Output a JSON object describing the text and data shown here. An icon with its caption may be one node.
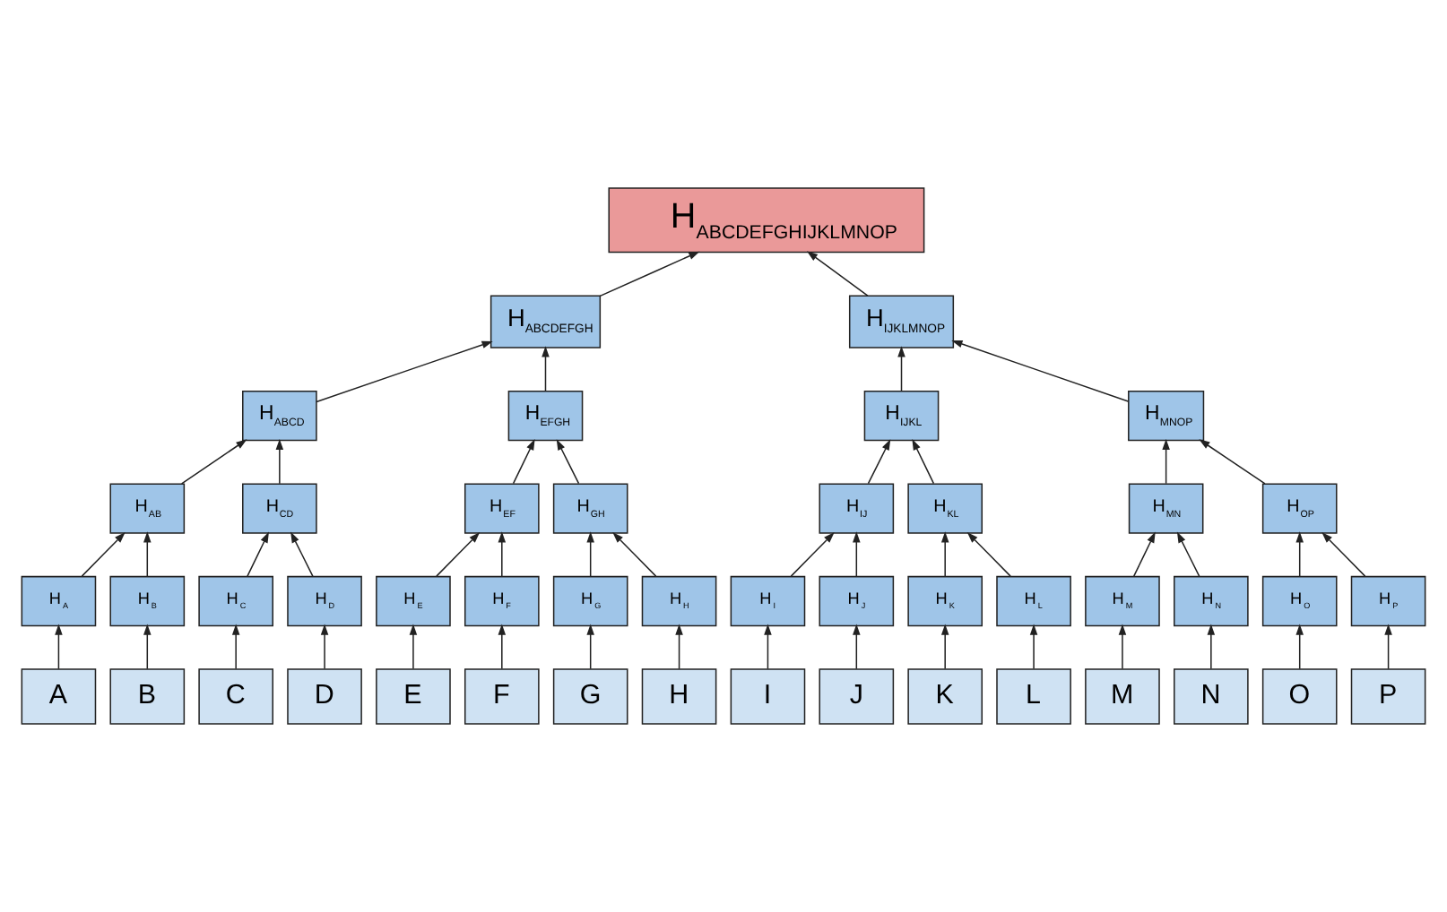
{
  "diagram": {
    "nodes": [
      {
        "text": [
          "H$_{ABCDEFGHIJKLMNOP}$"
        ]
      },
      {
        "text": [
          "H$_{ABCDEFGH}$"
        ]
      },
      {
        "text": [
          "H$_{IJKLMNOP}$"
        ]
      },
      {
        "text": [
          "H$_{ABCD}$"
        ]
      },
      {
        "text": [
          "H$_{EFGH}$"
        ]
      },
      {
        "text": [
          "H$_{IJKL}$"
        ]
      },
      {
        "text": [
          "H$_{MNOP}$"
        ]
      },
      {
        "text": [
          "H$_{AB}$"
        ]
      },
      {
        "text": [
          "H$_{CD}$"
        ]
      },
      {
        "text": [
          "H$_{EF}$"
        ]
      },
      {
        "text": [
          "H$_{GH}$"
        ]
      },
      {
        "text": [
          "H$_{IJ}$"
        ]
      },
      {
        "text": [
          "H$_{KL}$"
        ]
      },
      {
        "text": [
          "H$_{MN}$"
        ]
      },
      {
        "text": [
          "H$_{OP}$"
        ]
      },
      {
        "text": [
          "H$_{A}$"
        ]
      },
      {
        "text": [
          "H$_{B}$"
        ]
      },
      {
        "text": [
          "H$_{C}$"
        ]
      },
      {
        "text": [
          "H$_{D}$"
        ]
      },
      {
        "text": [
          "H$_{E}$"
        ]
      },
      {
        "text": [
          "H$_{F}$"
        ]
      },
      {
        "text": [
          "H$_{G}$"
        ]
      },
      {
        "text": [
          "H$_{H}$"
        ]
      },
      {
        "text": [
          "H$_{I}$"
        ]
      },
      {
        "text": [
          "H$_{J}$"
        ]
      },
      {
        "text": [
          "H$_{K}$"
        ]
      },
      {
        "text": [
          "H$_{L}$"
        ]
      },
      {
        "text": [
          "H$_{M}$"
        ]
      },
      {
        "text": [
          "H$_{N}$"
        ]
      },
      {
        "text": [
          "H$_{O}$"
        ]
      },
      {
        "text": [
          "H$_{P}$"
        ]
      },
      {
        "text": [
          "A"
        ]
      },
      {
        "text": [
          "B"
        ]
      },
      {
        "text": [
          "C"
        ]
      },
      {
        "text": [
          "D"
        ]
      },
      {
        "text": [
          "E"
        ]
      },
      {
        "text": [
          "F"
        ]
      },
      {
        "text": [
          "G"
        ]
      },
      {
        "text": [
          "H"
        ]
      },
      {
        "text": [
          "I"
        ]
      },
      {
        "text": [
          "J"
        ]
      },
      {
        "text": [
          "K"
        ]
      },
      {
        "text": [
          "L"
        ]
      },
      {
        "text": [
          "M"
        ]
      },
      {
        "text": [
          "N"
        ]
      },
      {
        "text": [
          "O"
        ]
      },
      {
        "text": [
          "P"
        ]
      }
    ],
    "edges": [
      {
        "from": 31,
        "to": 15,
        "arrow": "to"
      },
      {
        "from": 32,
        "to": 16,
        "arrow": "to"
      },
      {
        "from": 33,
        "to": 17,
        "arrow": "to"
      },
      {
        "from": 34,
        "to": 18,
        "arrow": "to"
      },
      {
        "from": 35,
        "to": 19,
        "arrow": "to"
      },
      {
        "from": 36,
        "to": 20,
        "arrow": "to"
      },
      {
        "from": 37,
        "to": 21,
        "arrow": "to"
      },
      {
        "from": 38,
        "to": 22,
        "arrow": "to"
      },
      {
        "from": 39,
        "to": 23,
        "arrow": "to"
      },
      {
        "from": 40,
        "to": 24,
        "arrow": "to"
      },
      {
        "from": 41,
        "to": 25,
        "arrow": "to"
      },
      {
        "from": 42,
        "to": 26,
        "arrow": "to"
      },
      {
        "from": 43,
        "to": 27,
        "arrow": "to"
      },
      {
        "from": 44,
        "to": 28,
        "arrow": "to"
      },
      {
        "from": 45,
        "to": 29,
        "arrow": "to"
      },
      {
        "from": 46,
        "to": 30,
        "arrow": "to"
      },
      {
        "from": 15,
        "to": 7,
        "arrow": "to"
      },
      {
        "from": 16,
        "to": 7,
        "arrow": "to"
      },
      {
        "from": 17,
        "to": 8,
        "arrow": "to"
      },
      {
        "from": 18,
        "to": 8,
        "arrow": "to"
      },
      {
        "from": 19,
        "to": 9,
        "arrow": "to"
      },
      {
        "from": 20,
        "to": 9,
        "arrow": "to"
      },
      {
        "from": 21,
        "to": 10,
        "arrow": "to"
      },
      {
        "from": 22,
        "to": 10,
        "arrow": "to"
      },
      {
        "from": 23,
        "to": 11,
        "arrow": "to"
      },
      {
        "from": 24,
        "to": 11,
        "arrow": "to"
      },
      {
        "from": 25,
        "to": 12,
        "arrow": "to"
      },
      {
        "from": 26,
        "to": 12,
        "arrow": "to"
      },
      {
        "from": 27,
        "to": 13,
        "arrow": "to"
      },
      {
        "from": 28,
        "to": 13,
        "arrow": "to"
      },
      {
        "from": 29,
        "to": 14,
        "arrow": "to"
      },
      {
        "from": 30,
        "to": 14,
        "arrow": "to"
      },
      {
        "from": 7,
        "to": 3,
        "arrow": "to"
      },
      {
        "from": 8,
        "to": 3,
        "arrow": "to"
      },
      {
        "from": 9,
        "to": 4,
        "arrow": "to"
      },
      {
        "from": 10,
        "to": 4,
        "arrow": "to"
      },
      {
        "from": 11,
        "to": 5,
        "arrow": "to"
      },
      {
        "from": 12,
        "to": 5,
        "arrow": "to"
      },
      {
        "from": 13,
        "to": 6,
        "arrow": "to"
      },
      {
        "from": 14,
        "to": 6,
        "arrow": "to"
      },
      {
        "from": 3,
        "to": 1,
        "arrow": "to"
      },
      {
        "from": 4,
        "to": 1,
        "arrow": "to"
      },
      {
        "from": 5,
        "to": 2,
        "arrow": "to"
      },
      {
        "from": 6,
        "to": 2,
        "arrow": "to"
      },
      {
        "from": 1,
        "to": 0,
        "arrow": "to"
      },
      {
        "from": 2,
        "to": 0,
        "arrow": "to"
      }
    ]
  }
}
